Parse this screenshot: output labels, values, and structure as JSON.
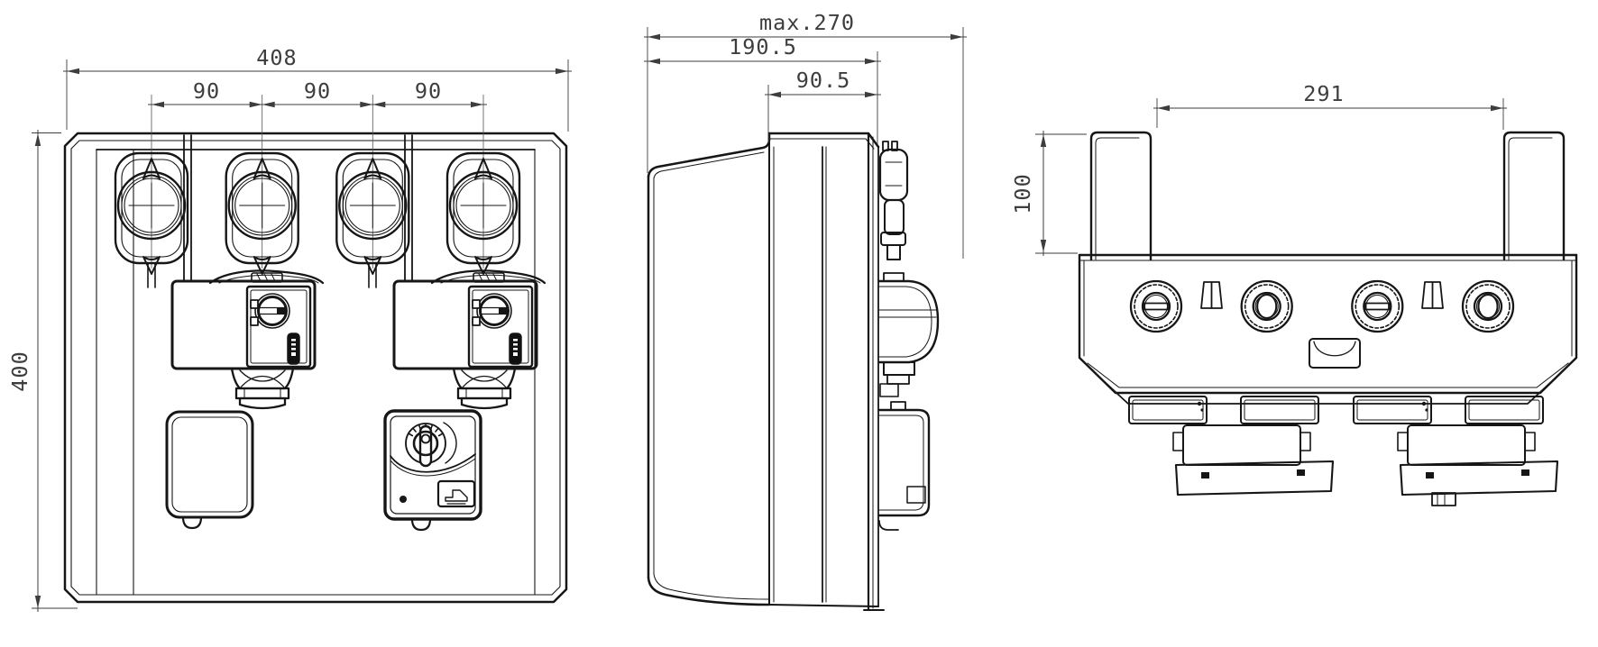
{
  "drawing": {
    "type": "technical-dimension-drawing",
    "subject": "heating-manifold-pump-group",
    "background": "#ffffff",
    "line_color": "#161616",
    "dimension_color": "#3d3d3d",
    "front_view": {
      "dim_width": "408",
      "dim_spacing_1": "90",
      "dim_spacing_2": "90",
      "dim_spacing_3": "90",
      "dim_height": "400"
    },
    "side_view": {
      "dim_max_depth": "max.270",
      "dim_depth": "190.5",
      "dim_cover_depth": "90.5"
    },
    "top_view": {
      "dim_port_span": "291",
      "dim_pipe_height": "100"
    }
  }
}
